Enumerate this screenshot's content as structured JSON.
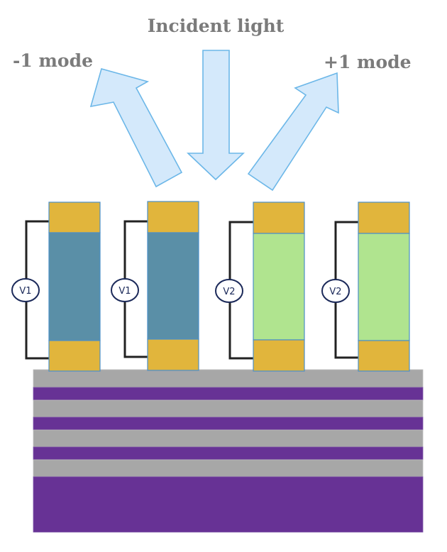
{
  "labels": {
    "incident": "Incident light",
    "minus_one": "-1 mode",
    "plus_one": "+1 mode"
  },
  "pillars": [
    {
      "voltage": "V1",
      "state": "dark"
    },
    {
      "voltage": "V1",
      "state": "dark"
    },
    {
      "voltage": "V2",
      "state": "light"
    },
    {
      "voltage": "V2",
      "state": "light"
    }
  ],
  "colors": {
    "arrow_fill": "#d4e9fb",
    "arrow_stroke": "#6cb7e8",
    "electrode": "#e1b53c",
    "electrode_stroke": "#4b8fc7",
    "dark_core": "#5a8fa7",
    "light_core": "#b0e48f",
    "wire": "#222222",
    "voltmeter_stroke": "#1c2a5a",
    "substrate_gray": "#a7a7a7",
    "substrate_purple": "#673295"
  }
}
